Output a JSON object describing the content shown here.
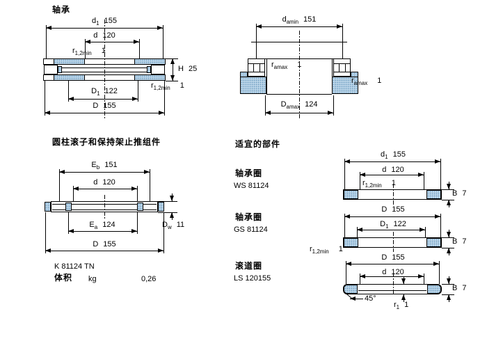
{
  "page": {
    "title_bearing": "轴承",
    "title_assembly": "圆柱滚子和保持架止推组件",
    "title_suitable": "适宜的部件"
  },
  "bearing": {
    "d1": {
      "sym": "d",
      "sub": "1",
      "val": "155"
    },
    "d": {
      "sym": "d",
      "sub": "",
      "val": "120"
    },
    "r12_top": {
      "sym": "r",
      "sub": "1,2min",
      "val": "1"
    },
    "H": {
      "sym": "H",
      "sub": "",
      "val": "25"
    },
    "r12_side": {
      "sym": "r",
      "sub": "1,2min",
      "val": "1"
    },
    "D1": {
      "sym": "D",
      "sub": "1",
      "val": "122"
    },
    "D": {
      "sym": "D",
      "sub": "",
      "val": "155"
    }
  },
  "abutment": {
    "damin": {
      "sym": "d",
      "sub": "amin",
      "val": "151"
    },
    "ramax_inner": {
      "sym": "r",
      "sub": "amax",
      "val": "1"
    },
    "ramax_side": {
      "sym": "r",
      "sub": "amax",
      "val": "1"
    },
    "Damax": {
      "sym": "D",
      "sub": "amax",
      "val": "124"
    }
  },
  "assembly": {
    "Eb": {
      "sym": "E",
      "sub": "b",
      "val": "151"
    },
    "d": {
      "sym": "d",
      "sub": "",
      "val": "120"
    },
    "Dw": {
      "sym": "D",
      "sub": "w",
      "val": "11"
    },
    "Ea": {
      "sym": "E",
      "sub": "a",
      "val": "124"
    },
    "D": {
      "sym": "D",
      "sub": "",
      "val": "155"
    },
    "designation": "K 81124 TN",
    "mass_label": "体积",
    "mass_unit": "kg",
    "mass_value": "0,26"
  },
  "suitable": {
    "items": [
      {
        "label": "轴承圈",
        "code": "WS 81124"
      },
      {
        "label": "轴承圈",
        "code": "GS 81124"
      },
      {
        "label": "滚道圈",
        "code": "LS 120155"
      }
    ],
    "ws": {
      "d1": {
        "sym": "d",
        "sub": "1",
        "val": "155"
      },
      "d": {
        "sym": "d",
        "sub": "",
        "val": "120"
      },
      "r12": {
        "sym": "r",
        "sub": "1,2min",
        "val": "1"
      },
      "B": {
        "sym": "B",
        "sub": "",
        "val": "7"
      }
    },
    "gs": {
      "D": {
        "sym": "D",
        "sub": "",
        "val": "155"
      },
      "D1": {
        "sym": "D",
        "sub": "1",
        "val": "122"
      },
      "r12": {
        "sym": "r",
        "sub": "1,2min",
        "val": "1"
      },
      "B": {
        "sym": "B",
        "sub": "",
        "val": "7"
      }
    },
    "ls": {
      "D": {
        "sym": "D",
        "sub": "",
        "val": "155"
      },
      "d": {
        "sym": "d",
        "sub": "",
        "val": "120"
      },
      "chamfer": "45°",
      "r1": {
        "sym": "r",
        "sub": "1",
        "val": "1"
      },
      "B": {
        "sym": "B",
        "sub": "",
        "val": "7"
      }
    }
  }
}
